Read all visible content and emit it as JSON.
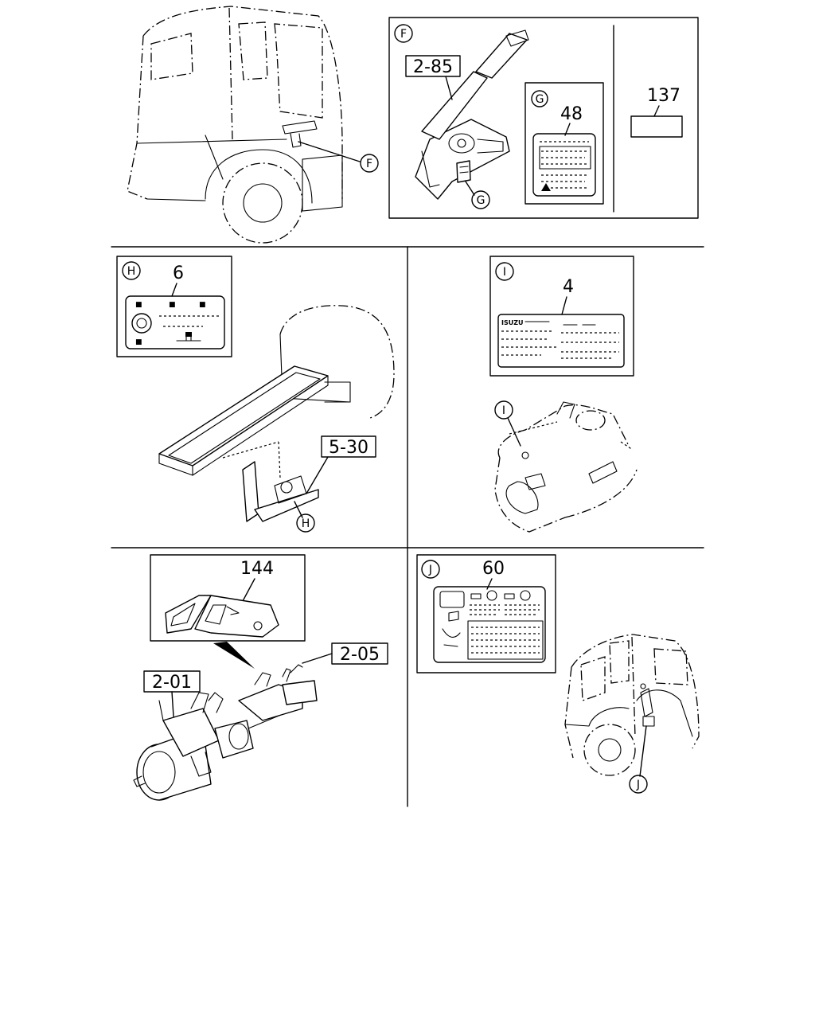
{
  "part_numbers": {
    "p2_85": "2-85",
    "p48": "48",
    "p137": "137",
    "p6": "6",
    "p5_30": "5-30",
    "p4": "4",
    "p144": "144",
    "p2_05": "2-05",
    "p2_01": "2-01",
    "p60": "60"
  },
  "callouts": {
    "F": "F",
    "G": "G",
    "H": "H",
    "I": "I",
    "J": "J"
  },
  "plate_text": {
    "isuzu": "ISUZU"
  }
}
